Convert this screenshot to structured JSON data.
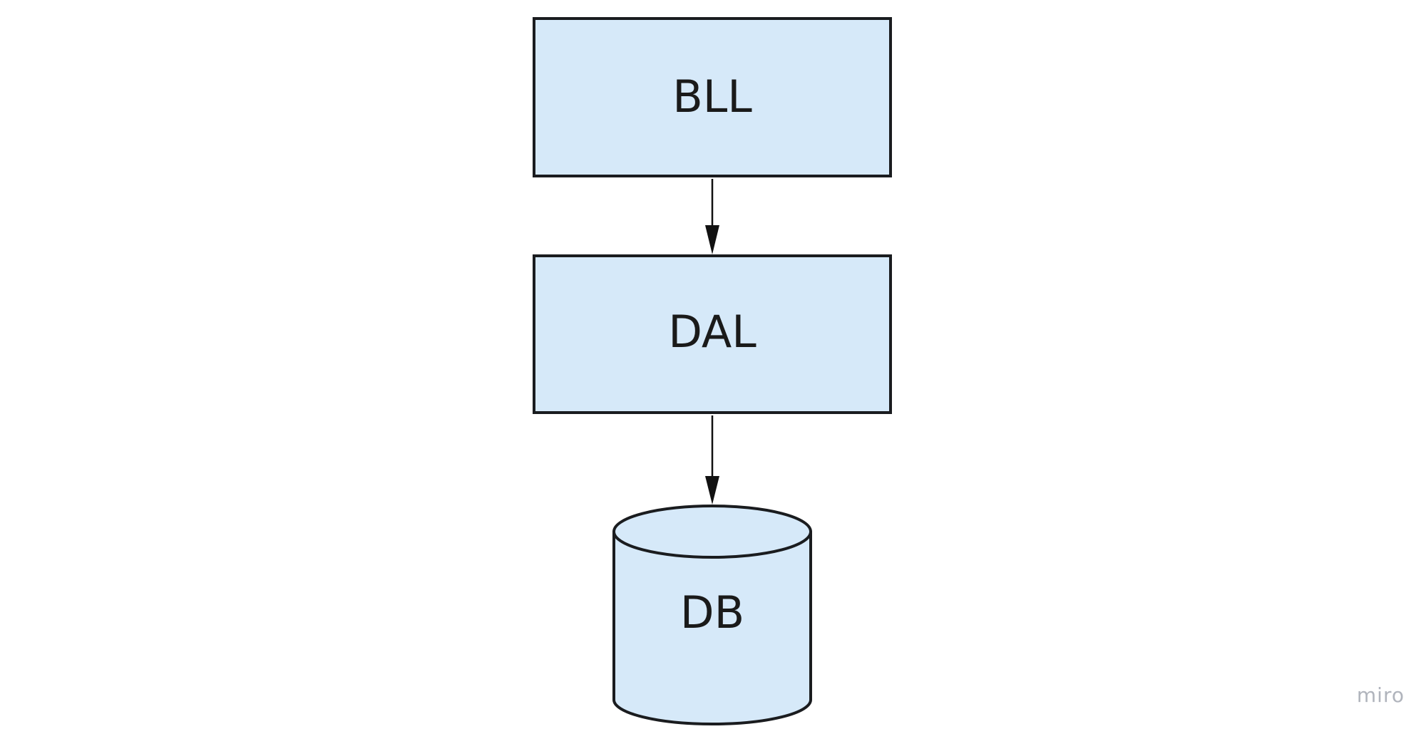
{
  "colors": {
    "node_fill": "#d6e9f9",
    "node_stroke": "#1a1c1f",
    "edge": "#111111",
    "background": "#ffffff",
    "watermark": "#b0b4bc"
  },
  "nodes": {
    "bll": {
      "label": "BLL",
      "shape": "rectangle"
    },
    "dal": {
      "label": "DAL",
      "shape": "rectangle"
    },
    "db": {
      "label": "DB",
      "shape": "cylinder"
    }
  },
  "edges": [
    {
      "from": "BLL",
      "to": "DAL"
    },
    {
      "from": "DAL",
      "to": "DB"
    }
  ],
  "watermark": {
    "text": "miro"
  }
}
